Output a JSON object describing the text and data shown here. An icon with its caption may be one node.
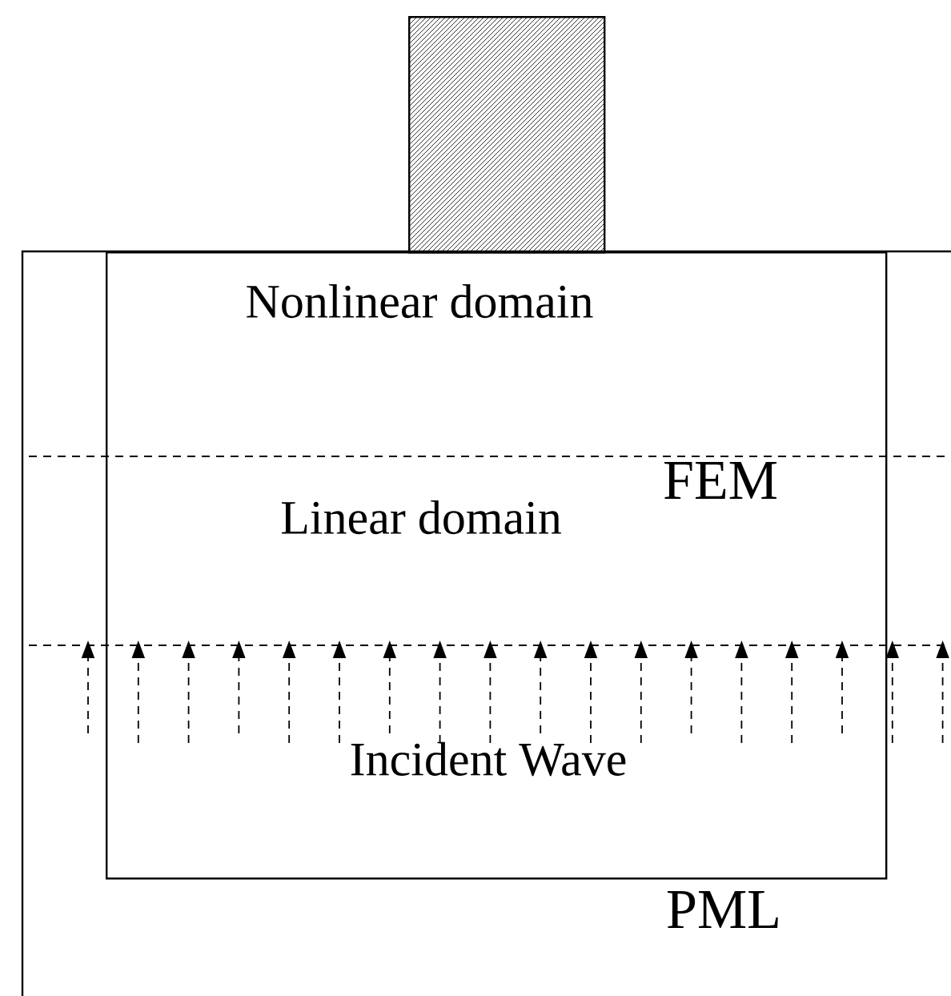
{
  "diagram": {
    "nodes": [
      {
        "text": [
          "PML"
        ]
      },
      {
        "text": [
          "FEM"
        ],
        "in": 0
      },
      {
        "text": [],
        "shape": "box"
      }
    ],
    "labels": [
      "Nonlinear domain",
      "Linear domain",
      "Incident Wave"
    ]
  }
}
